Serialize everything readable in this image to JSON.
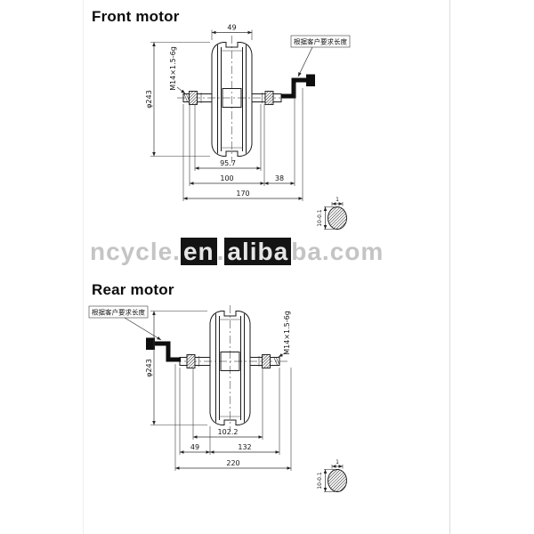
{
  "watermark": {
    "full_text": "ncycle.en.alibaba.com",
    "seg1": "ncycle.",
    "seg2": "en",
    "seg3": ".",
    "seg4": "aliba",
    "seg5": "ba.com"
  },
  "front_motor": {
    "title": "Front motor",
    "customer_note": "根据客户要求长度",
    "dim_hub_width": "49",
    "dim_diameter": "φ243",
    "dim_thread": "M14×1.5-6g",
    "dim_inner": "95.7",
    "dim_axle": "100",
    "dim_cable_side": "38",
    "dim_overall": "170",
    "detail": {
      "dim_flat": "1",
      "dim_across_flats": "10-0.1"
    }
  },
  "rear_motor": {
    "title": "Rear motor",
    "customer_note": "根据客户要求长度",
    "dim_diameter": "φ243",
    "dim_thread": "M14×1.5-6g",
    "dim_inner": "102.2",
    "dim_left": "49",
    "dim_axle": "132",
    "dim_overall": "220",
    "detail": {
      "dim_flat": "1",
      "dim_across_flats": "10-0.1"
    }
  }
}
